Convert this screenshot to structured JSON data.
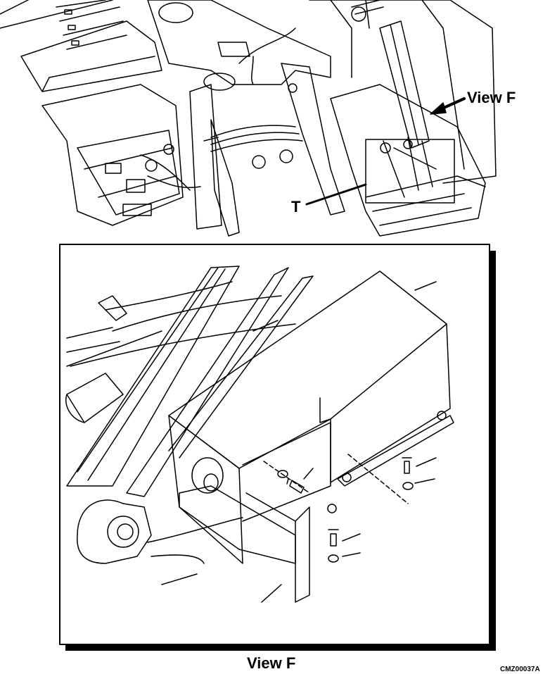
{
  "overview": {
    "callout_view": "View F",
    "callout_item": "T"
  },
  "detail": {
    "caption": "View F"
  },
  "figure_code": "CMZ00037A",
  "colors": {
    "ink": "#000000",
    "paper": "#ffffff",
    "shadow": "#000000"
  }
}
